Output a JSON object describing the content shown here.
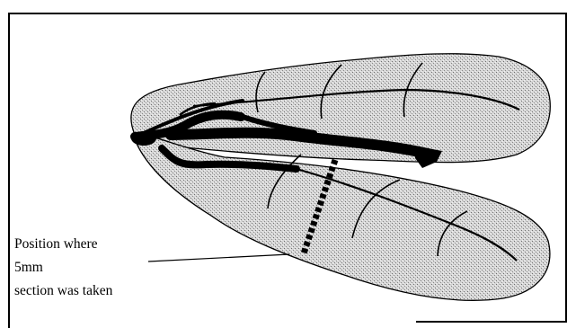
{
  "figure": {
    "label_lines": [
      "Position where",
      "5mm",
      "section was taken"
    ],
    "colors": {
      "background": "#ffffff",
      "ink": "#000000",
      "leaf_fill": "#c8c8c8"
    }
  }
}
